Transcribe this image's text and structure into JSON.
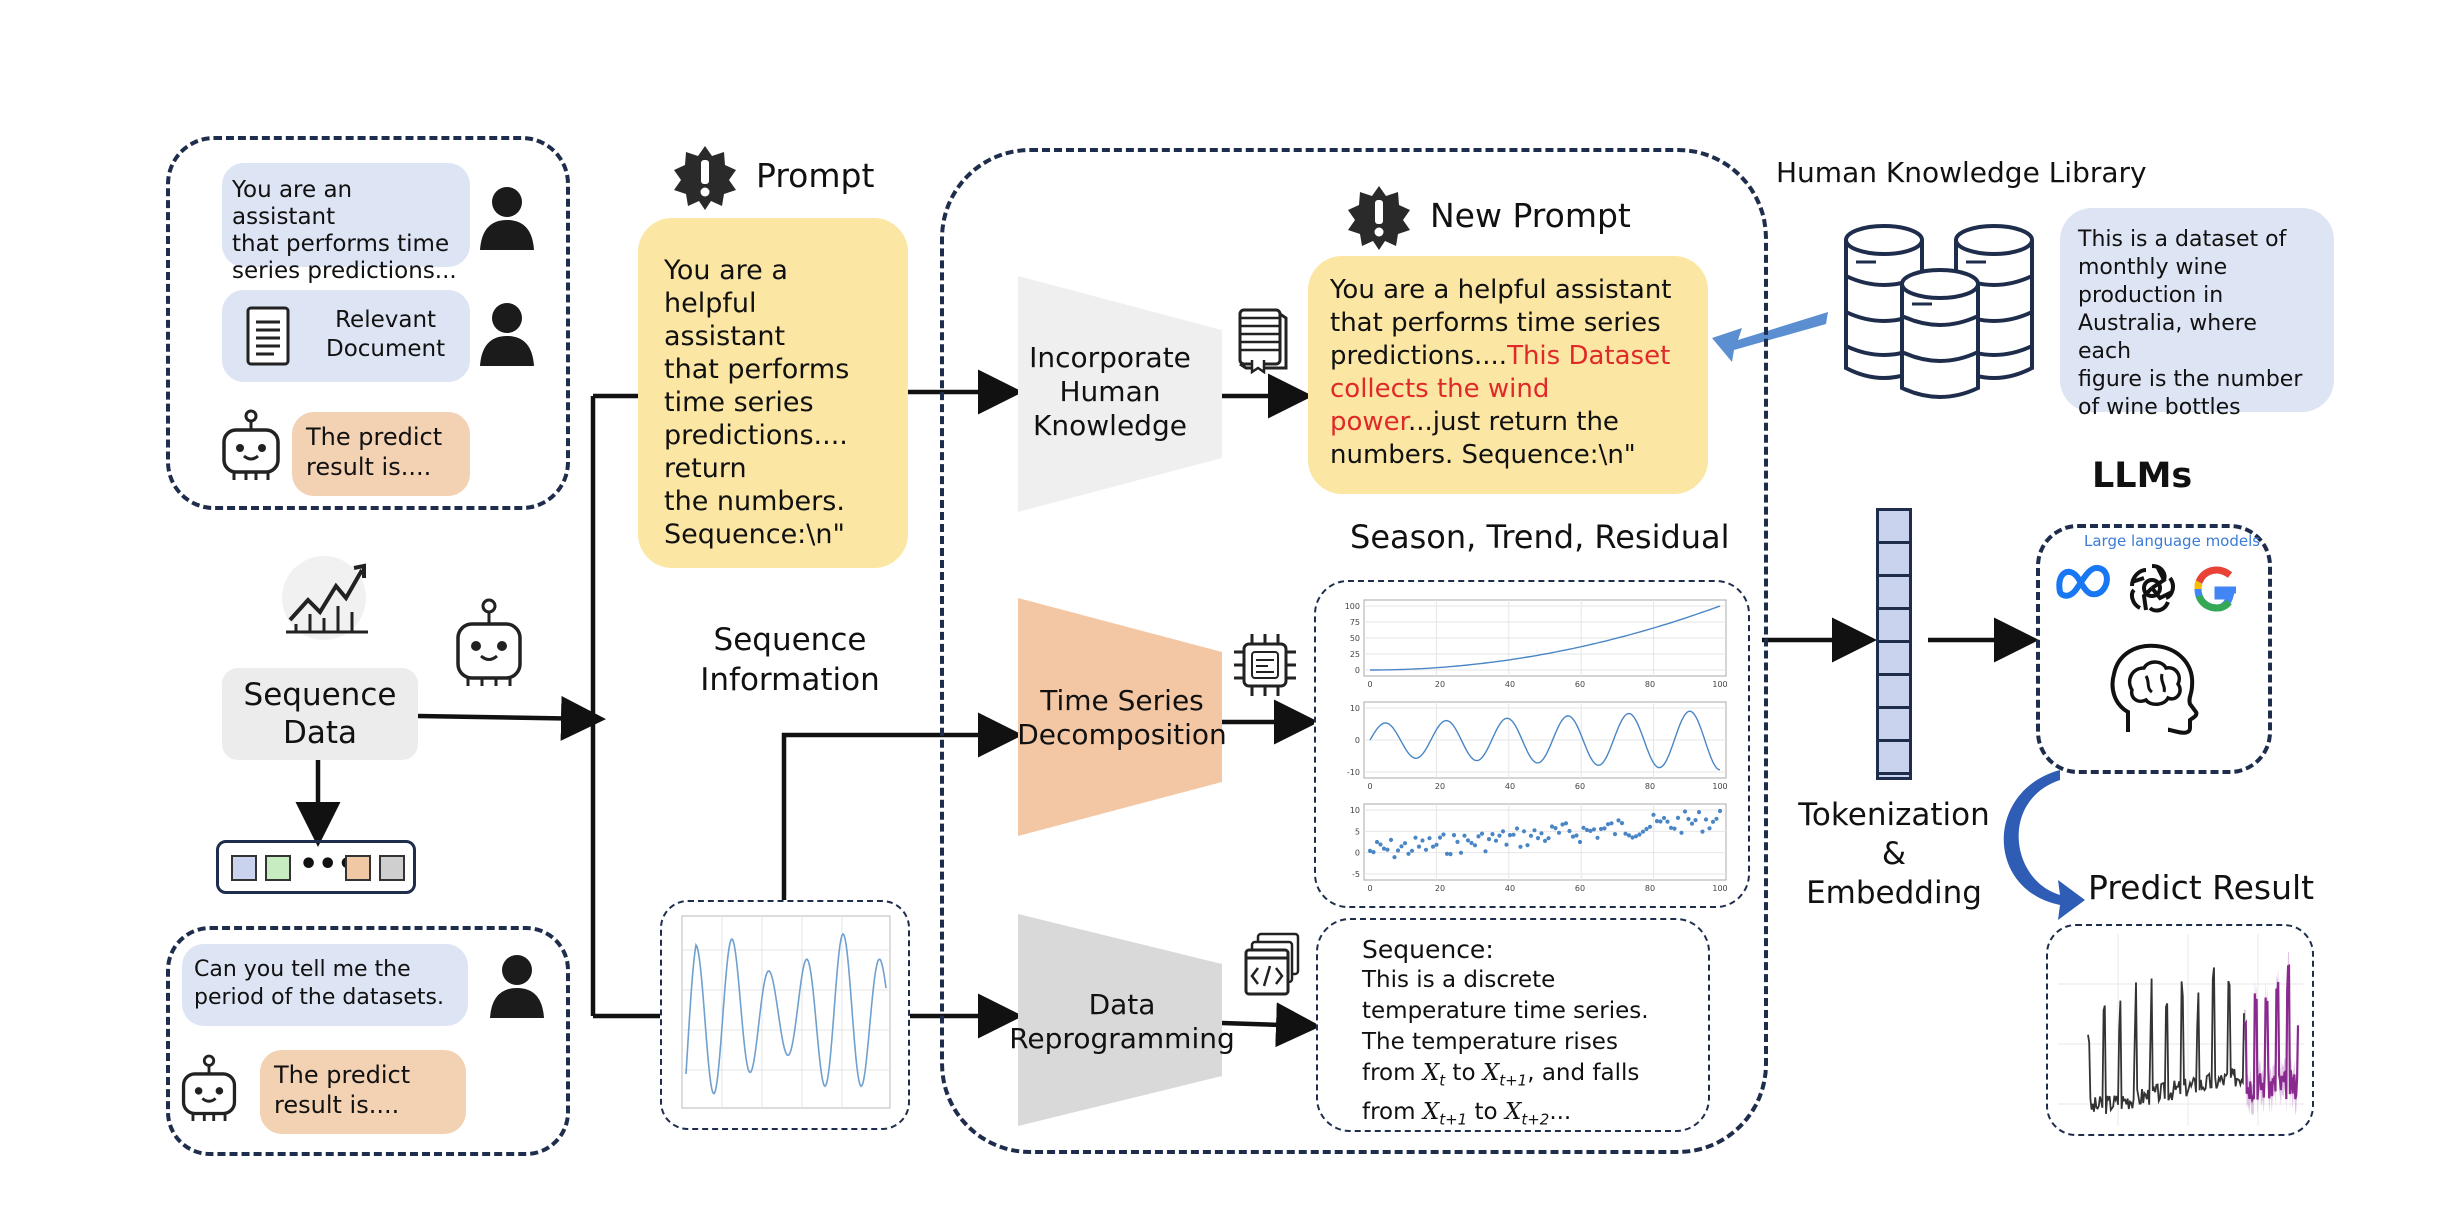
{
  "chat_top": {
    "user_msg": "You are an assistant\nthat performs time\nseries predictions...",
    "doc_label": "Relevant\nDocument",
    "bot_msg": "The predict\nresult is...."
  },
  "chat_bottom": {
    "user_msg": "Can you tell me the\nperiod of the datasets.",
    "bot_msg": "The predict\nresult is...."
  },
  "sequence_data_label": "Sequence\nData",
  "prompt": {
    "title": "Prompt",
    "text": "You are a helpful\nassistant\nthat performs\ntime series\npredictions....\nreturn\nthe numbers.\nSequence:\\n\""
  },
  "sequence_information_label": "Sequence\nInformation",
  "modules": {
    "incorporate": "Incorporate\nHuman\nKnowledge",
    "decomposition": "Time Series\nDecomposition",
    "reprogramming": "Data\nReprogramming"
  },
  "new_prompt": {
    "title": "New Prompt",
    "text_before": "You are a helpful assistant\nthat performs time series\npredictions....",
    "text_highlight": "This Dataset\ncollects the wind\npower",
    "text_after": "...just return the\nnumbers. Sequence:\\n\"",
    "highlight_color": "#e02a2a"
  },
  "knowledge_library": {
    "title": "Human Knowledge Library",
    "text": "This is a dataset of\nmonthly wine\nproduction in\nAustralia, where each\nfigure is the number\nof wine bottles"
  },
  "decomposition_title": "Season, Trend, Residual",
  "decomposition_axes": {
    "x_ticks": [
      "0",
      "20",
      "40",
      "60",
      "80",
      "100"
    ],
    "trend_y_ticks": [
      "100",
      "75",
      "50",
      "25",
      "0"
    ],
    "season_y_ticks": [
      "10",
      "0",
      "-10"
    ],
    "resid_y_ticks": [
      "10",
      "5",
      "0",
      "-5"
    ]
  },
  "sequence_box": {
    "title": "Sequence:",
    "line1": "This is a discrete",
    "line2": "temperature time series.",
    "line3": "The temperature rises",
    "line4_a": "from ",
    "line4_b": " to ",
    "line4_c": ", and falls",
    "line5_a": "from ",
    "line5_b": " to ",
    "line5_c": "...",
    "var_t": "X",
    "sub_t": "t",
    "sub_t1": "t+1",
    "sub_t2": "t+2"
  },
  "llms": {
    "title": "LLMs",
    "caption": "Large language models"
  },
  "tokenization_label": "Tokenization\n&\nEmbedding",
  "predict_result_label": "Predict Result",
  "colors": {
    "navy": "#1f2d4d",
    "bubble_blue": "#dde4f3",
    "bubble_peach": "#f3d1b3",
    "prompt_yellow": "#fbe6a3",
    "series_blue": "#4a86c5",
    "token_fill": "#c9d3ee",
    "purple": "#8a2a8e"
  },
  "icons": [
    "user-icon",
    "document-icon",
    "robot-icon",
    "alert-badge-icon",
    "book-icon",
    "chip-icon",
    "code-window-icon",
    "database-icon",
    "meta-icon",
    "openai-icon",
    "google-icon",
    "brain-icon",
    "trend-chart-icon",
    "arrow-icon"
  ]
}
